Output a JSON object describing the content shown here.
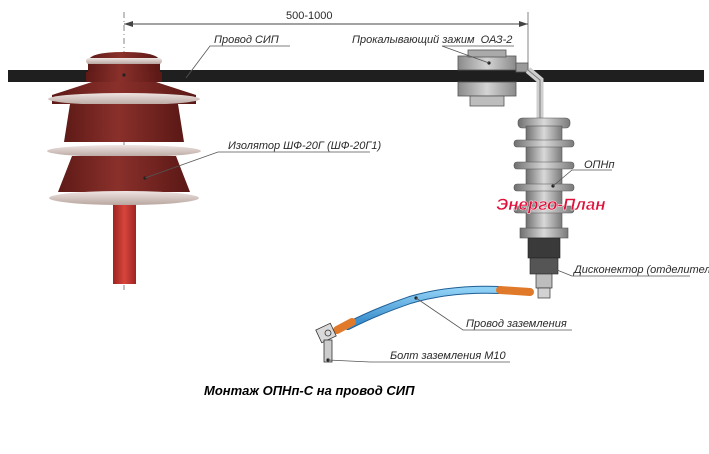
{
  "dimension": "500-1000",
  "labels": {
    "wire": "Провод СИП",
    "clamp": "Прокалывающий зажим  ОАЗ-2",
    "insulator": "Изолятор ШФ-20Г (ШФ-20Г1)",
    "arrester": "ОПНп",
    "disconnector": "Дисконектор (отделитель)",
    "ground_wire": "Провод заземления",
    "ground_bolt": "Болт заземления М10"
  },
  "brand_mark": "Энерго-План",
  "caption": "Монтаж ОПНп-С на провод СИП",
  "colors": {
    "insulator_body": "#7a2622",
    "insulator_rim": "#d8c7c2",
    "pin": "#c0322d",
    "wire": "#1f1f1f",
    "arrester_body": "#9a9a9a",
    "ground_wire": "#4aa3df",
    "lug": "#e07a2a",
    "brand": "#e0103a"
  }
}
